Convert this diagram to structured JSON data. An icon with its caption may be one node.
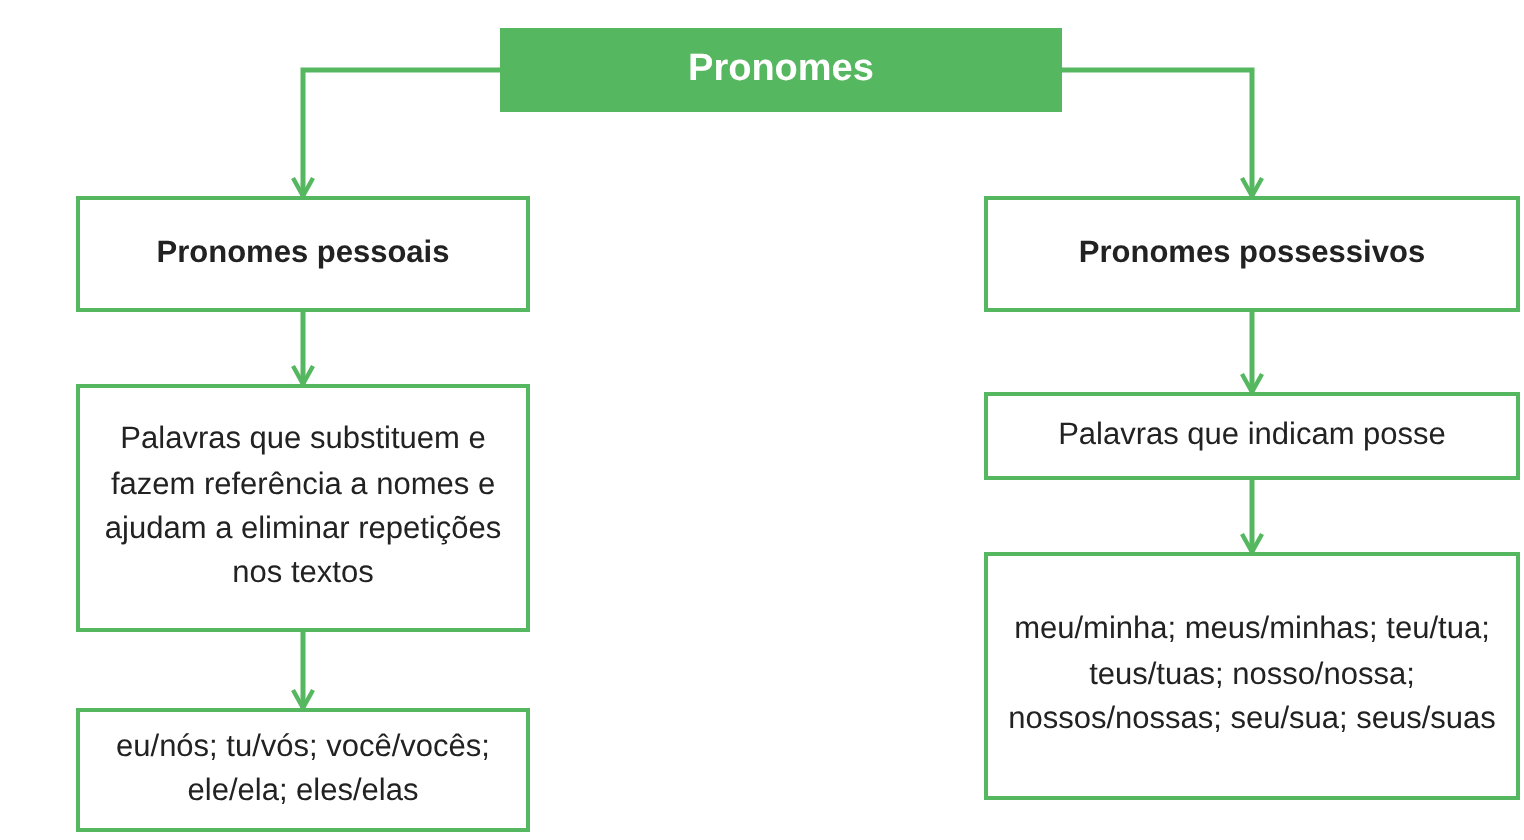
{
  "diagram": {
    "nodes": [
      {
        "text": [
          "Pronomes"
        ]
      },
      {
        "text": [
          "Pronomes pessoais"
        ]
      },
      {
        "text": [
          "Palavras que substituem e fazem referência a nomes e ajudam a eliminar repetições nos textos"
        ]
      },
      {
        "text": [
          "eu/nós; tu/vós; você/vocês; ele/ela; eles/elas"
        ]
      },
      {
        "text": [
          "Pronomes possessivos"
        ]
      },
      {
        "text": [
          "Palavras que indicam posse"
        ]
      },
      {
        "text": [
          "meu/minha; meus/minhas; teu/tua; teus/tuas; nosso/nossa; nossos/nossas; seu/sua; seus/suas"
        ]
      }
    ],
    "edges": [
      {
        "from": 0,
        "to": 1,
        "arrow": "to"
      },
      {
        "from": 0,
        "to": 4,
        "arrow": "to"
      },
      {
        "from": 1,
        "to": 2,
        "arrow": "to"
      },
      {
        "from": 2,
        "to": 3,
        "arrow": "to"
      },
      {
        "from": 4,
        "to": 5,
        "arrow": "to"
      },
      {
        "from": 5,
        "to": 6,
        "arrow": "to"
      }
    ]
  }
}
